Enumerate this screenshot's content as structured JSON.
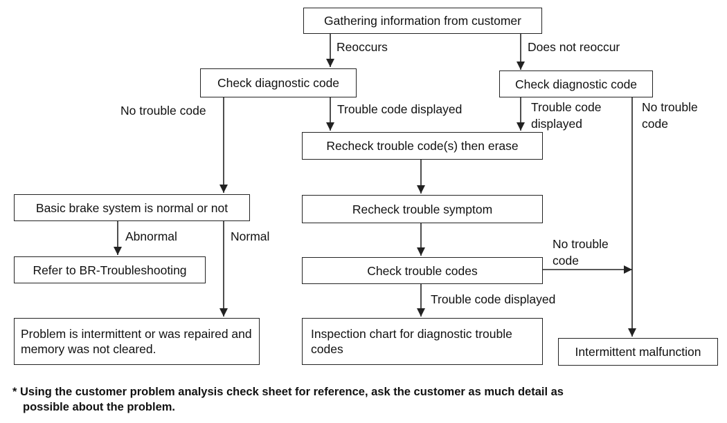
{
  "diagram": {
    "nodes": {
      "gather": "Gathering information from customer",
      "check_left": "Check diagnostic code",
      "check_right": "Check diagnostic code",
      "recheck_codes": "Recheck trouble code(s) then erase",
      "basic_brake": "Basic brake system is normal or not",
      "recheck_symptom": "Recheck trouble symptom",
      "refer_br": "Refer to BR-Troubleshooting",
      "check_codes": "Check trouble codes",
      "problem_intermittent": "Problem is intermittent or was repaired and memory was not cleared.",
      "inspection_chart": "Inspection chart for diagnostic trouble codes",
      "intermittent_malfunction": "Intermittent malfunction"
    },
    "edge_labels": {
      "reoccurs": "Reoccurs",
      "does_not_reoccur": "Does not reoccur",
      "no_trouble_code_left": "No trouble code",
      "trouble_code_displayed_mid": "Trouble code displayed",
      "trouble_code_displayed_right_1": "Trouble code",
      "trouble_code_displayed_right_2": "displayed",
      "no_trouble_code_right_1": "No trouble",
      "no_trouble_code_right_2": "code",
      "abnormal": "Abnormal",
      "normal": "Normal",
      "no_trouble_code_checks_1": "No trouble",
      "no_trouble_code_checks_2": "code",
      "trouble_code_displayed_bottom": "Trouble code displayed"
    }
  },
  "footnote": {
    "line1": "* Using the customer problem analysis check sheet for reference, ask the customer as much detail as",
    "line2": "possible about the problem."
  },
  "colors": {
    "line": "#222222",
    "text": "#111111",
    "background": "#ffffff"
  }
}
